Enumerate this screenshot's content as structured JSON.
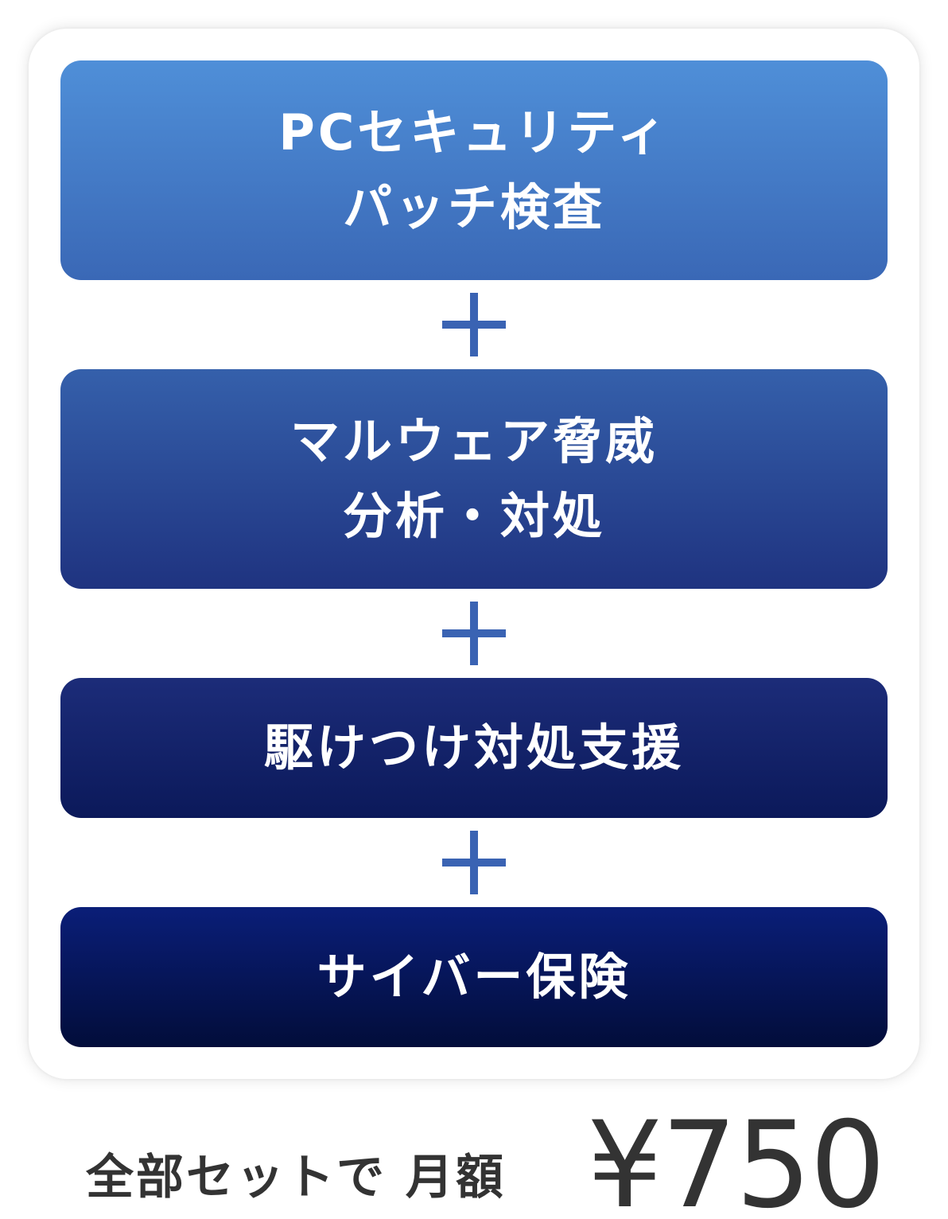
{
  "services": [
    {
      "lines": [
        "PCセキュリティ",
        "パッチ検査"
      ]
    },
    {
      "lines": [
        "マルウェア脅威",
        "分析・対処"
      ]
    },
    {
      "lines": [
        "駆けつけ対処支援"
      ]
    },
    {
      "lines": [
        "サイバー保険"
      ]
    }
  ],
  "connector_symbol": "plus-icon",
  "price": {
    "label": "全部セットで 月額",
    "value": "¥750"
  },
  "colors": {
    "plus": "#3a63b3",
    "text_dark": "#333333"
  }
}
